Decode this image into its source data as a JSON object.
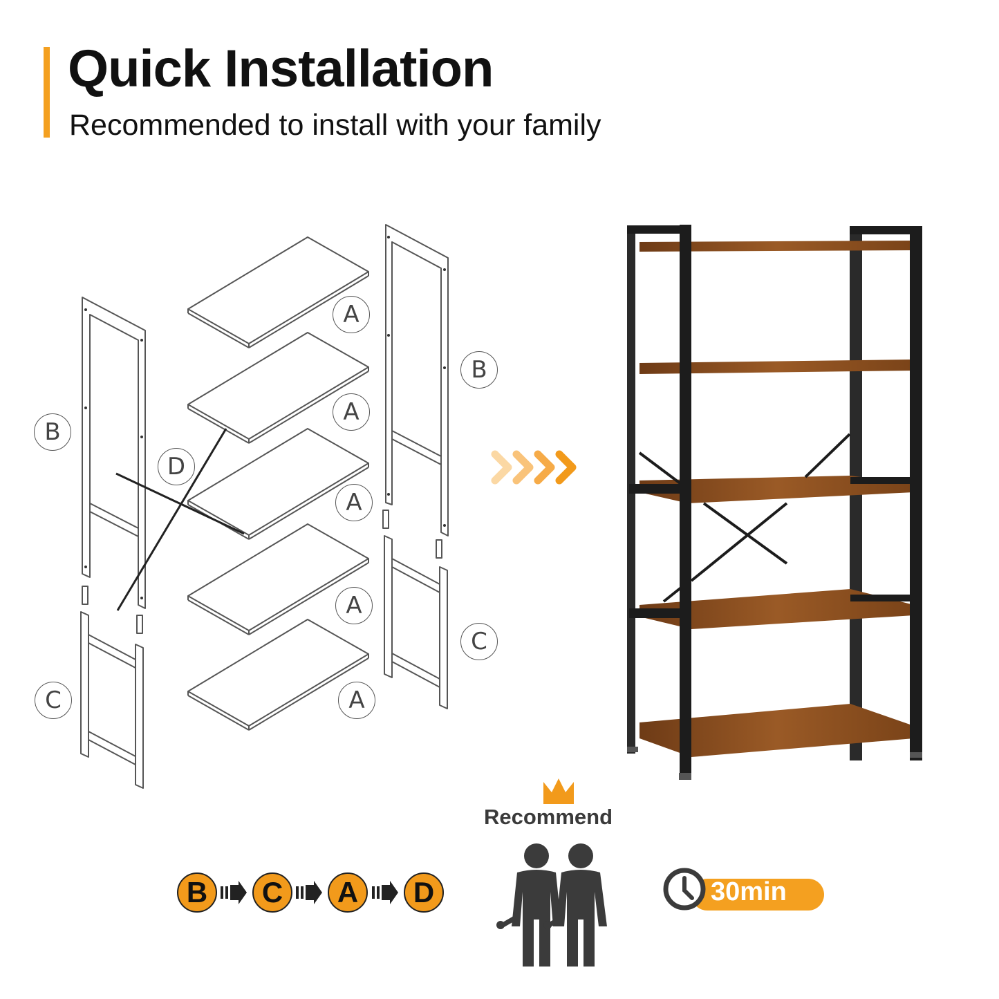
{
  "header": {
    "title": "Quick Installation",
    "subtitle": "Recommended to install with your family"
  },
  "callouts": {
    "shelf": "A",
    "upper_frame": "B",
    "lower_frame": "C",
    "cross_brace": "D"
  },
  "steps": [
    "B",
    "C",
    "A",
    "D"
  ],
  "recommend_label": "Recommend",
  "install_time": "30min",
  "colors": {
    "accent": "#f4a020",
    "wood": "#8a4e1f",
    "frame": "#1c1c1c",
    "line_art": "#555555"
  },
  "icons": [
    "crown-icon",
    "two-persons-with-wrenches-icon",
    "clock-icon",
    "arrow-chevrons-icon",
    "step-arrow-icon"
  ]
}
